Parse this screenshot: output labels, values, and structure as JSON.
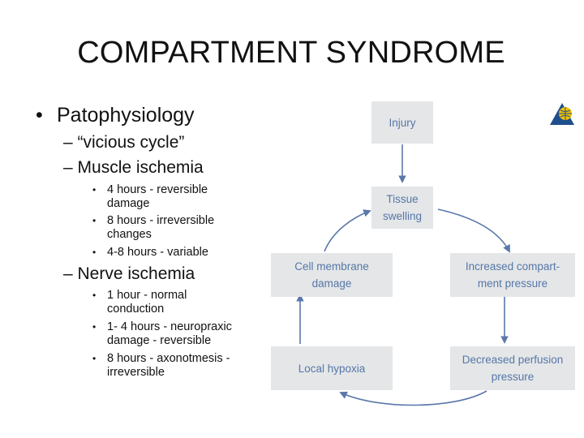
{
  "slide": {
    "title": "COMPARTMENT SYNDROME",
    "heading": "Patophysiology",
    "points": [
      {
        "label": "“vicious cycle”"
      },
      {
        "label": "Muscle ischemia",
        "items": [
          "4 hours - reversible\ndamage",
          "8 hours - irreversible\nchanges",
          "4-8 hours - variable"
        ]
      },
      {
        "label": "Nerve ischemia",
        "items": [
          "1 hour - normal\nconduction",
          "1- 4 hours - neuropraxic\ndamage  - reversible",
          "8 hours - axonotmesis  -\nirreversible"
        ]
      }
    ]
  },
  "diagram": {
    "injury": "Injury",
    "tissue_swelling": "Tissue\nswelling",
    "increased_pressure": "Increased compart-\nment pressure",
    "decreased_perfusion": "Decreased perfusion\npressure",
    "local_hypoxia": "Local hypoxia",
    "cell_membrane": "Cell membrane\ndamage",
    "box_color": "#e4e6e8",
    "text_color": "#5677a7",
    "arrow_color": "#5a78aa"
  },
  "logo": {
    "icon": "globe-triangle-logo-icon",
    "colors": [
      "#1f4e8c",
      "#f2c200"
    ]
  }
}
